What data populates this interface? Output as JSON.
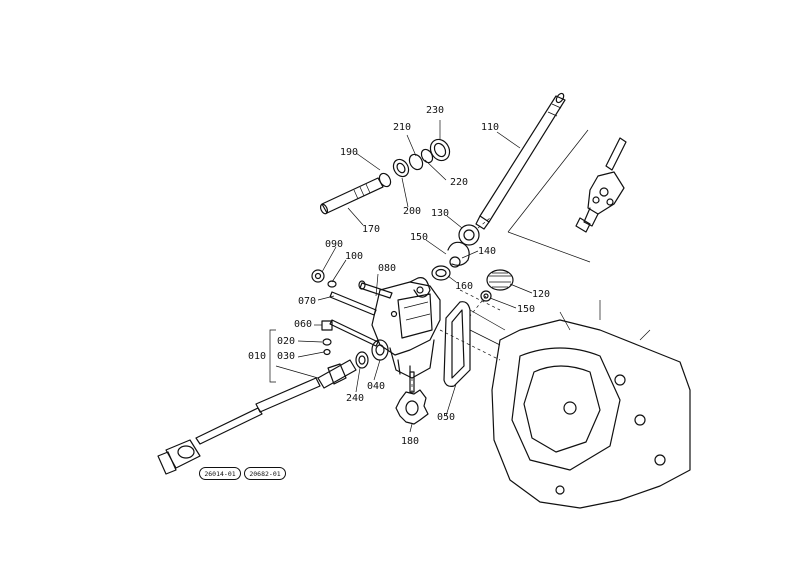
{
  "parts": [
    {
      "id": "p230",
      "label": "230"
    },
    {
      "id": "p210",
      "label": "210"
    },
    {
      "id": "p110",
      "label": "110"
    },
    {
      "id": "p190",
      "label": "190"
    },
    {
      "id": "p220",
      "label": "220"
    },
    {
      "id": "p200",
      "label": "200"
    },
    {
      "id": "p170",
      "label": "170"
    },
    {
      "id": "p130",
      "label": "130"
    },
    {
      "id": "p150a",
      "label": "150"
    },
    {
      "id": "p140",
      "label": "140"
    },
    {
      "id": "p090",
      "label": "090"
    },
    {
      "id": "p100",
      "label": "100"
    },
    {
      "id": "p080",
      "label": "080"
    },
    {
      "id": "p160",
      "label": "160"
    },
    {
      "id": "p120",
      "label": "120"
    },
    {
      "id": "p070",
      "label": "070"
    },
    {
      "id": "p150b",
      "label": "150"
    },
    {
      "id": "p060",
      "label": "060"
    },
    {
      "id": "p020",
      "label": "020"
    },
    {
      "id": "p010",
      "label": "010"
    },
    {
      "id": "p030",
      "label": "030"
    },
    {
      "id": "p040",
      "label": "040"
    },
    {
      "id": "p240",
      "label": "240"
    },
    {
      "id": "p050",
      "label": "050"
    },
    {
      "id": "p180",
      "label": "180"
    }
  ],
  "references": [
    {
      "id": "ref1",
      "label": "26014-01"
    },
    {
      "id": "ref2",
      "label": "20682-01"
    }
  ]
}
